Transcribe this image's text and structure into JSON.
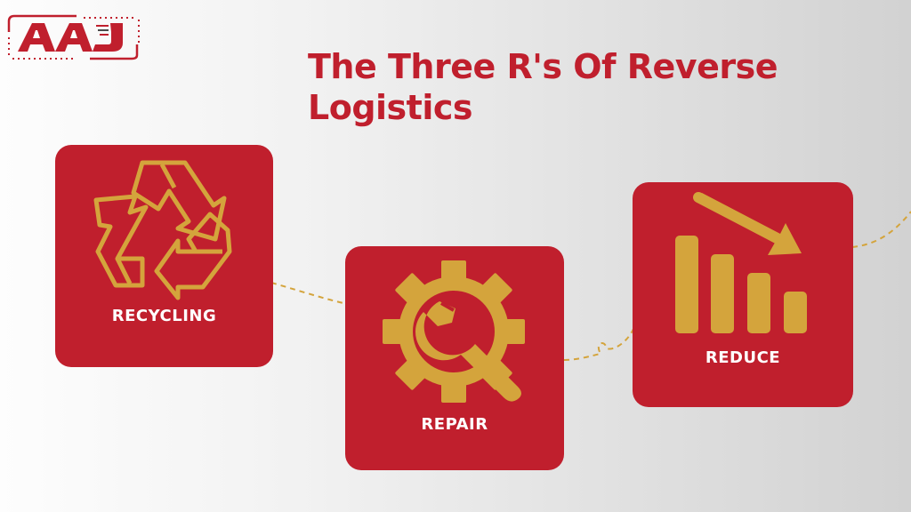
{
  "brand": {
    "logo_text": "AAJ",
    "icon": "aaj-logo"
  },
  "title": {
    "line1": "The Three R's Of Reverse",
    "line2": "Logistics"
  },
  "colors": {
    "primary_red": "#c01f2d",
    "accent_gold": "#d4a43c",
    "label_white": "#ffffff",
    "background_light": "#fdfdfd",
    "background_dark": "#d2d2d2"
  },
  "cards": [
    {
      "label": "RECYCLING",
      "icon": "recycle-icon"
    },
    {
      "label": "REPAIR",
      "icon": "gear-wrench-icon"
    },
    {
      "label": "REDUCE",
      "icon": "declining-bar-chart-icon"
    }
  ]
}
